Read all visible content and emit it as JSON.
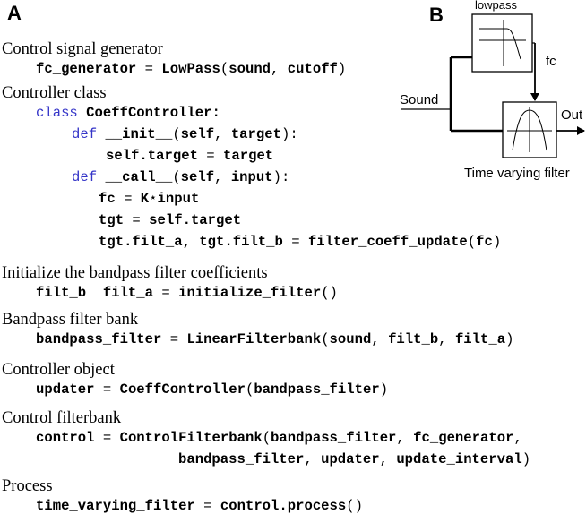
{
  "panels": {
    "a": "A",
    "b": "B"
  },
  "colors": {
    "keyword": "#3535c8",
    "text": "#000000"
  },
  "sections": [
    {
      "heading": "Control signal generator",
      "code": [
        [
          {
            "t": "fc_generator",
            "s": "b"
          },
          {
            "t": " = "
          },
          {
            "t": "LowPass",
            "s": "b"
          },
          {
            "t": "("
          },
          {
            "t": "sound",
            "s": "b"
          },
          {
            "t": ", "
          },
          {
            "t": "cutoff",
            "s": "b"
          },
          {
            "t": ")"
          }
        ]
      ]
    },
    {
      "heading": "Controller class",
      "code": [
        [
          {
            "t": "class",
            "s": "kw"
          },
          {
            "t": " "
          },
          {
            "t": "CoeffController:",
            "s": "b"
          }
        ],
        [
          {
            "t": "def",
            "s": "kw"
          },
          {
            "t": " "
          },
          {
            "t": "__init__",
            "s": "b"
          },
          {
            "t": "("
          },
          {
            "t": "self",
            "s": "b"
          },
          {
            "t": ", "
          },
          {
            "t": "target",
            "s": "b"
          },
          {
            "t": "):"
          }
        ],
        [
          {
            "t": "self.target",
            "s": "b"
          },
          {
            "t": " = "
          },
          {
            "t": "target",
            "s": "b"
          }
        ],
        [
          {
            "t": "def",
            "s": "kw"
          },
          {
            "t": " "
          },
          {
            "t": "__call__",
            "s": "b"
          },
          {
            "t": "("
          },
          {
            "t": "self",
            "s": "b"
          },
          {
            "t": ", "
          },
          {
            "t": "input",
            "s": "b"
          },
          {
            "t": "):"
          }
        ],
        [
          {
            "t": "fc",
            "s": "b"
          },
          {
            "t": " = "
          },
          {
            "t": "K",
            "s": "b"
          },
          {
            "t": "⋆"
          },
          {
            "t": "input",
            "s": "b"
          }
        ],
        [
          {
            "t": "tgt",
            "s": "b"
          },
          {
            "t": " = "
          },
          {
            "t": "self.target",
            "s": "b"
          }
        ],
        [
          {
            "t": "tgt.filt_a, tgt.filt_b",
            "s": "b"
          },
          {
            "t": " = "
          },
          {
            "t": "filter_coeff_update",
            "s": "b"
          },
          {
            "t": "("
          },
          {
            "t": "fc",
            "s": "b"
          },
          {
            "t": ")"
          }
        ]
      ]
    },
    {
      "heading": "Initialize the bandpass filter coefficients",
      "code": [
        [
          {
            "t": "filt_b  filt_a",
            "s": "b"
          },
          {
            "t": " = "
          },
          {
            "t": "initialize_filter",
            "s": "b"
          },
          {
            "t": "()"
          }
        ]
      ]
    },
    {
      "heading": "Bandpass filter bank",
      "code": [
        [
          {
            "t": "bandpass_filter",
            "s": "b"
          },
          {
            "t": " = "
          },
          {
            "t": "LinearFilterbank",
            "s": "b"
          },
          {
            "t": "("
          },
          {
            "t": "sound",
            "s": "b"
          },
          {
            "t": ", "
          },
          {
            "t": "filt_b",
            "s": "b"
          },
          {
            "t": ", "
          },
          {
            "t": "filt_a",
            "s": "b"
          },
          {
            "t": ")"
          }
        ]
      ]
    },
    {
      "heading": "Controller object",
      "code": [
        [
          {
            "t": "updater",
            "s": "b"
          },
          {
            "t": " = "
          },
          {
            "t": "CoeffController",
            "s": "b"
          },
          {
            "t": "("
          },
          {
            "t": "bandpass_filter",
            "s": "b"
          },
          {
            "t": ")"
          }
        ]
      ]
    },
    {
      "heading": "Control filterbank",
      "code": [
        [
          {
            "t": "control",
            "s": "b"
          },
          {
            "t": " = "
          },
          {
            "t": "ControlFilterbank",
            "s": "b"
          },
          {
            "t": "("
          },
          {
            "t": "bandpass_filter",
            "s": "b"
          },
          {
            "t": ", "
          },
          {
            "t": "fc_generator",
            "s": "b"
          },
          {
            "t": ","
          }
        ],
        [
          {
            "t": "bandpass_filter",
            "s": "b"
          },
          {
            "t": ", "
          },
          {
            "t": "updater",
            "s": "b"
          },
          {
            "t": ", "
          },
          {
            "t": "update_interval",
            "s": "b"
          },
          {
            "t": ")"
          }
        ]
      ]
    },
    {
      "heading": "Process",
      "code": [
        [
          {
            "t": "time_varying_filter",
            "s": "b"
          },
          {
            "t": " = "
          },
          {
            "t": "control.process",
            "s": "b"
          },
          {
            "t": "()"
          }
        ]
      ]
    }
  ],
  "diagram": {
    "lowpass_label": "lowpass",
    "fc_label": "fc",
    "sound_label": "Sound",
    "out_label": "Out",
    "filter_label": "Time varying filter"
  }
}
